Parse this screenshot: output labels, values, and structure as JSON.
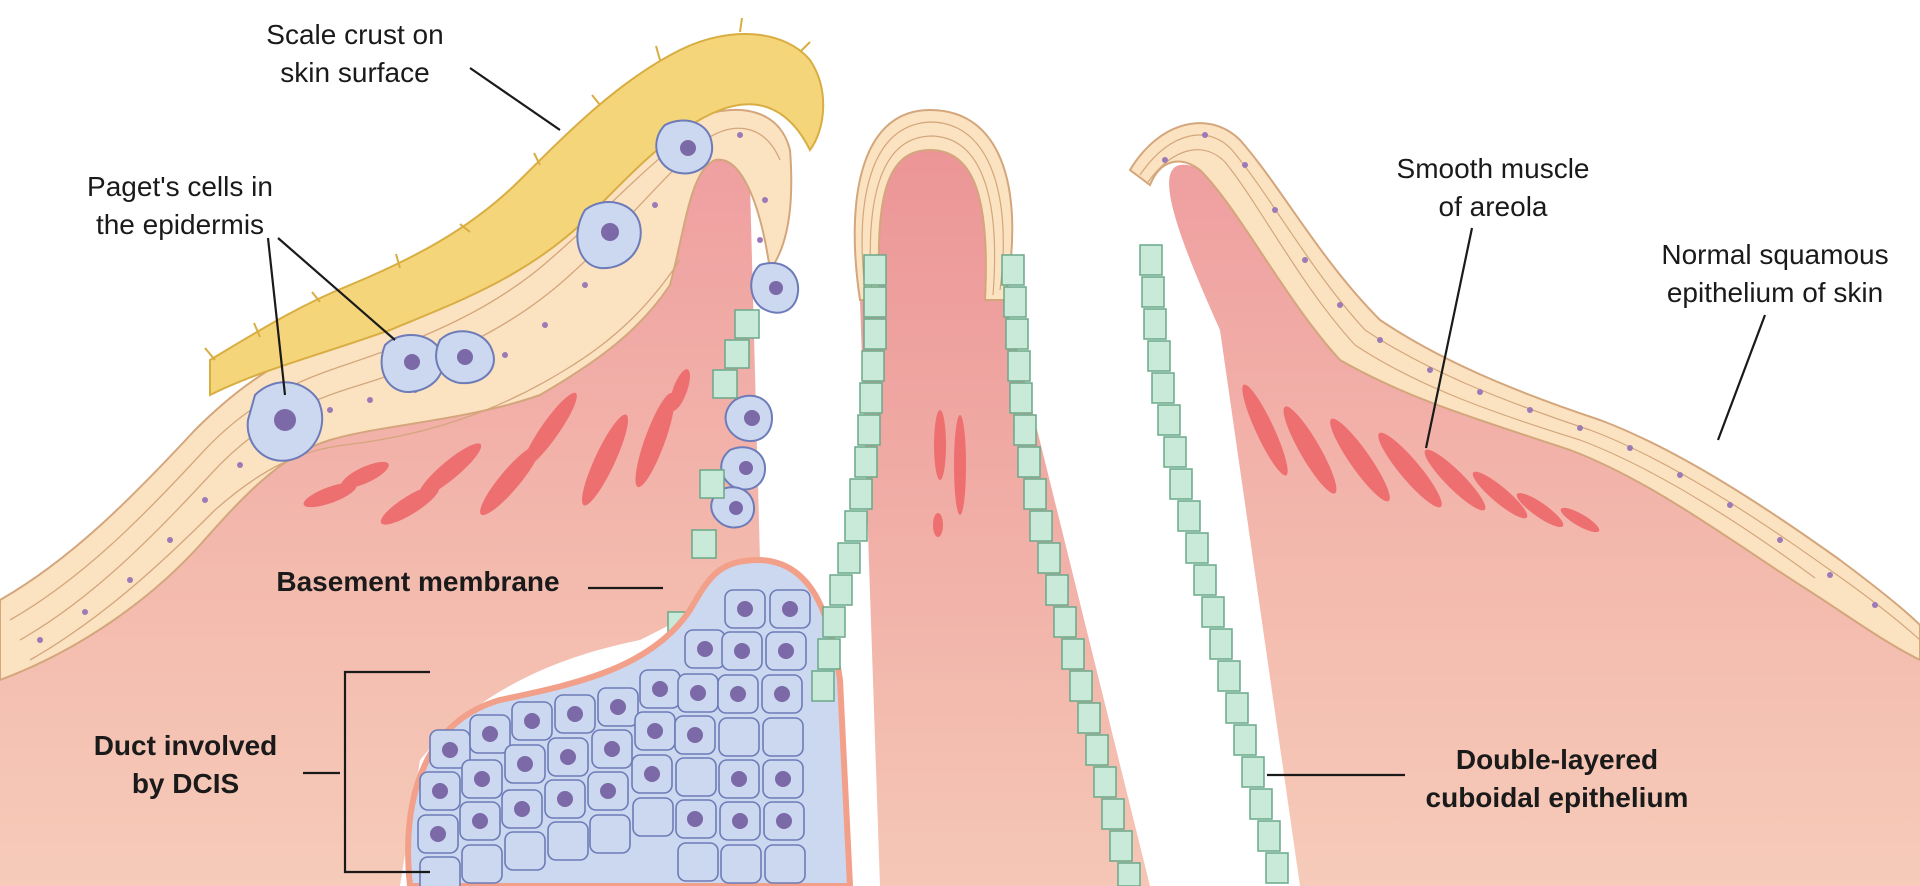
{
  "labels": {
    "scale_crust": "Scale crust on\nskin surface",
    "pagets_cells": "Paget's cells in\nthe epidermis",
    "smooth_muscle": "Smooth muscle\nof areola",
    "normal_squamous": "Normal squamous\nepithelium of skin",
    "basement_membrane": "Basement membrane",
    "duct_dcis": "Duct involved\nby DCIS",
    "double_layered": "Double-layered\ncuboidal epithelium"
  },
  "colors": {
    "dermis": "#f4c4b3",
    "dermis_deep": "#f2a9a3",
    "epidermis": "#fbe3c2",
    "cell_outline": "#d4a67c",
    "crust": "#f5d57a",
    "crust_edge": "#d8ad42",
    "paget_cell": "#ccd8ef",
    "cuboidal": "#c9ead8",
    "muscle": "#ee6f6f",
    "nucleus": "#7b69a8"
  }
}
